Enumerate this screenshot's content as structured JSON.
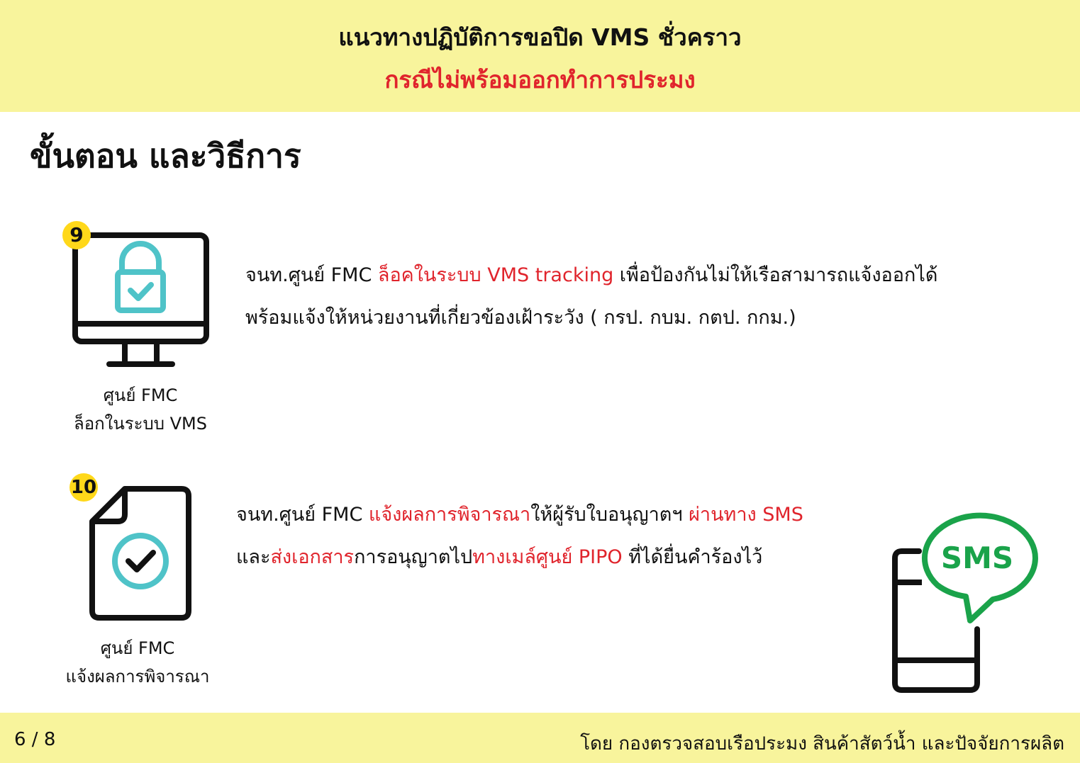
{
  "header": {
    "title": "แนวทางปฏิบัติการขอปิด VMS ชั่วคราว",
    "subtitle": "กรณีไม่พร้อมออกทำการประมง"
  },
  "section_title": "ขั้นตอน และวิธีการ",
  "steps": [
    {
      "number": "9",
      "caption_line1": "ศูนย์ FMC",
      "caption_line2": "ล็อกในระบบ VMS",
      "desc_line1": {
        "part1": "จนท.ศูนย์ FMC ",
        "part2": "ล็อคในระบบ VMS tracking",
        "part3": " เพื่อป้องกันไม่ให้เรือสามารถแจ้งออกได้"
      },
      "desc_line2": "พร้อมแจ้งให้หน่วยงานที่เกี่ยวข้องเฝ้าระวัง ( กรป. กบม. กตป. กกม.)"
    },
    {
      "number": "10",
      "caption_line1": "ศูนย์ FMC",
      "caption_line2": "แจ้งผลการพิจารณา",
      "desc_line1": {
        "part1": "จนท.ศูนย์ FMC ",
        "part2": "แจ้งผลการพิจารณา",
        "part3": "ให้ผู้รับใบอนุญาตฯ ",
        "part4": "ผ่านทาง SMS"
      },
      "desc_line2": {
        "part1": "และ",
        "part2": "ส่งเอกสาร",
        "part3": "การอนุญาตไป",
        "part4": "ทางเมล์ศูนย์ PIPO",
        "part5": " ที่ได้ยื่นคำร้องไว้"
      }
    }
  ],
  "sms_bubble_text": "SMS",
  "footer": {
    "page": "6 / 8",
    "organization": "โดย กองตรวจสอบเรือประมง สินค้าสัตว์น้ำ และปัจจัยการผลิต"
  },
  "colors": {
    "header_bg": "#f8f49c",
    "accent_red": "#e0242c",
    "badge_yellow": "#ffd81a",
    "icon_teal": "#4fc3c8",
    "sms_green": "#1aa34a"
  },
  "icons": [
    "monitor-lock-icon",
    "document-check-icon",
    "phone-sms-icon"
  ]
}
